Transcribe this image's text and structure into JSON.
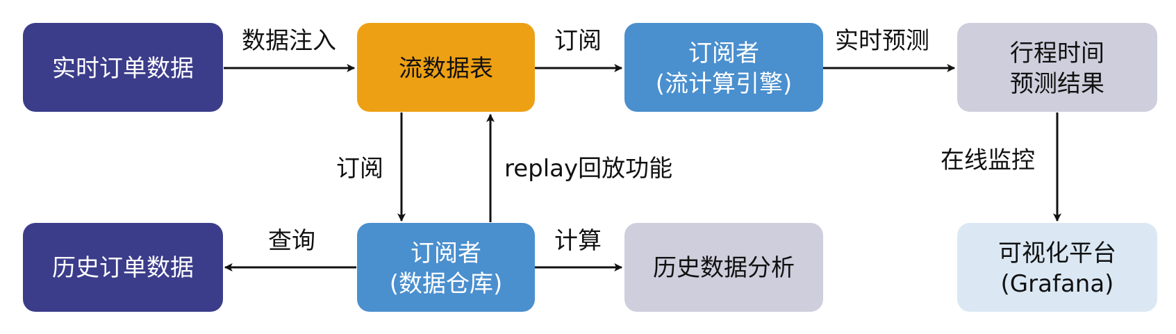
{
  "colors": {
    "dark_navy": "#3b3c8a",
    "orange": "#eea014",
    "blue": "#4a8fce",
    "lavender": "#cfcedd",
    "light_blue": "#dbe8f4",
    "arrow": "#111111"
  },
  "nodes": {
    "realtime_orders": {
      "line1": "实时订单数据"
    },
    "stream_table": {
      "line1": "流数据表"
    },
    "subscriber_stream": {
      "line1": "订阅者",
      "line2": "(流计算引擎)"
    },
    "travel_prediction": {
      "line1": "行程时间",
      "line2": "预测结果"
    },
    "history_orders": {
      "line1": "历史订单数据"
    },
    "subscriber_warehouse": {
      "line1": "订阅者",
      "line2": "(数据仓库)"
    },
    "history_analysis": {
      "line1": "历史数据分析"
    },
    "visualization": {
      "line1": "可视化平台",
      "line2": "(Grafana)"
    }
  },
  "edges": {
    "inject": "数据注入",
    "subscribe_top": "订阅",
    "realtime_predict": "实时预测",
    "subscribe_down": "订阅",
    "replay": "replay回放功能",
    "monitor": "在线监控",
    "query": "查询",
    "compute": "计算"
  }
}
